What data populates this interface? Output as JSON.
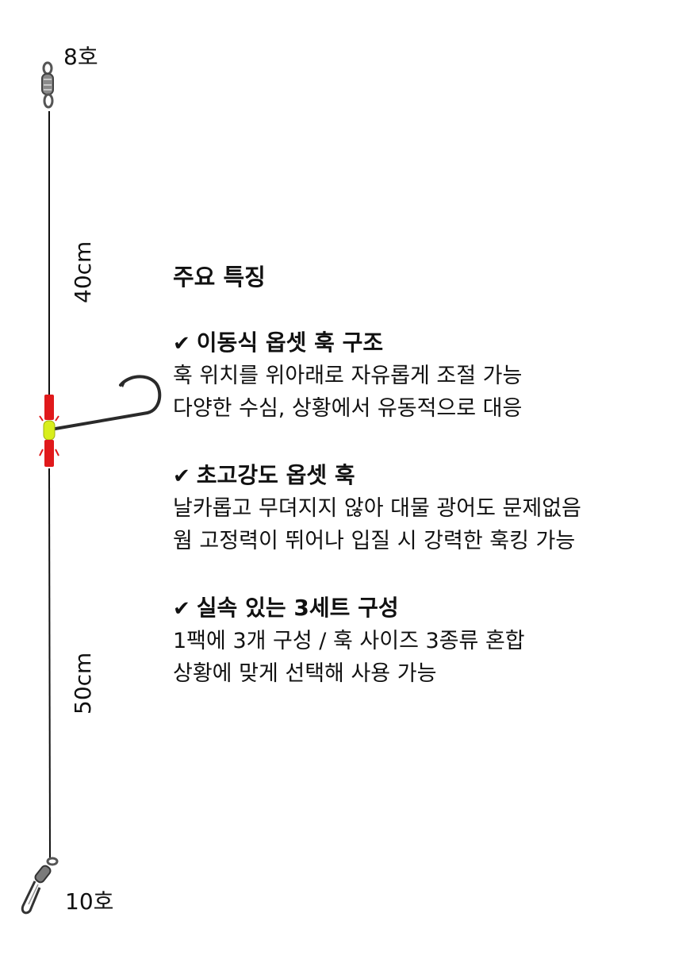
{
  "rig": {
    "top_swivel_size": "8호",
    "upper_length": "40cm",
    "lower_length": "50cm",
    "bottom_snap_size": "10호",
    "line_color": "#111111",
    "thread_color": "#e0191b",
    "bead_color": "#d8ee1c"
  },
  "features": {
    "heading": "주요 특징",
    "check_symbol": "✔",
    "items": [
      {
        "title": "이동식 옵셋 훅 구조",
        "lines": [
          "훅 위치를 위아래로 자유롭게 조절 가능",
          "다양한 수심, 상황에서 유동적으로 대응"
        ]
      },
      {
        "title": "초고강도 옵셋 훅",
        "lines": [
          "날카롭고 무뎌지지 않아 대물 광어도 문제없음",
          "웜 고정력이 뛰어나 입질 시 강력한 훅킹 가능"
        ]
      },
      {
        "title": "실속 있는 3세트 구성",
        "lines": [
          "1팩에 3개 구성 / 훅 사이즈 3종류 혼합",
          "상황에 맞게 선택해 사용 가능"
        ]
      }
    ]
  }
}
